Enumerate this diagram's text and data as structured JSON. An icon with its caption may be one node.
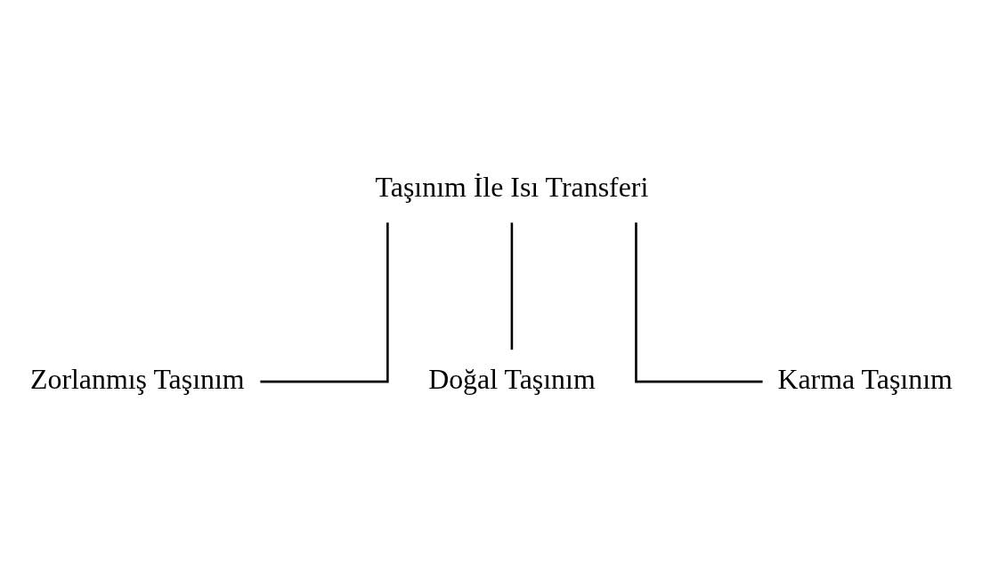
{
  "diagram": {
    "nodes": [
      {
        "text": [
          "Taşınım İle Isı Transferi"
        ]
      },
      {
        "text": [
          "Zorlanmış Taşınım"
        ]
      },
      {
        "text": [
          "Doğal Taşınım"
        ]
      },
      {
        "text": [
          "Karma Taşınım"
        ]
      }
    ],
    "edges": [
      {
        "from": 0,
        "to": 1,
        "arrow": "none"
      },
      {
        "from": 0,
        "to": 2,
        "arrow": "none"
      },
      {
        "from": 0,
        "to": 3,
        "arrow": "none"
      }
    ]
  }
}
